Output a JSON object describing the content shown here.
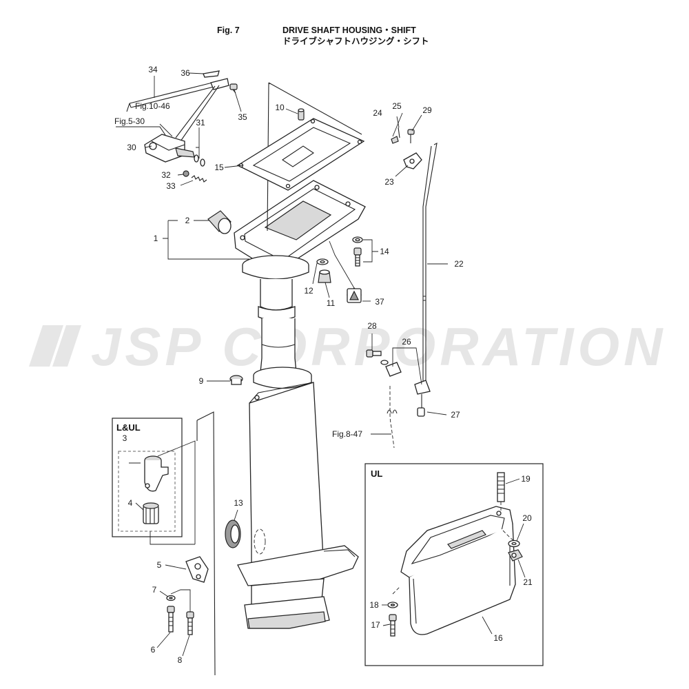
{
  "header": {
    "fig": "Fig. 7",
    "title_en": "DRIVE SHAFT HOUSING・SHIFT",
    "title_jp": "ドライブシャフトハウジング・シフト"
  },
  "watermark": "JSP CORPORATION",
  "boxes": {
    "lul": "L&UL",
    "ul": "UL"
  },
  "references": {
    "fig10": "Fig.10-46",
    "fig5": "Fig.5-30",
    "fig8": "Fig.8-47"
  },
  "callouts": {
    "n1": "1",
    "n2": "2",
    "n3": "3",
    "n4": "4",
    "n5": "5",
    "n6": "6",
    "n7": "7",
    "n8": "8",
    "n9": "9",
    "n10": "10",
    "n11": "11",
    "n12": "12",
    "n13": "13",
    "n14": "14",
    "n15": "15",
    "n16": "16",
    "n17": "17",
    "n18": "18",
    "n19": "19",
    "n20": "20",
    "n21": "21",
    "n22": "22",
    "n23": "23",
    "n24": "24",
    "n25": "25",
    "n26": "26",
    "n27": "27",
    "n28": "28",
    "n29": "29",
    "n30": "30",
    "n31": "31",
    "n32": "32",
    "n33": "33",
    "n34": "34",
    "n35": "35",
    "n36": "36",
    "n37": "37"
  },
  "colors": {
    "line": "#222222",
    "watermark": "#e6e6e6",
    "shade": "#d9d9d9"
  }
}
